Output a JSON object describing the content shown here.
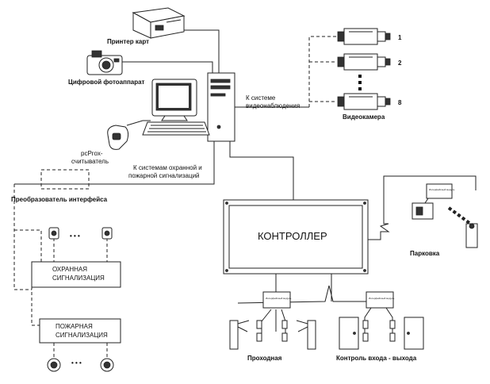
{
  "labels": {
    "printer": "Принтер карт",
    "camera_photo": "Цифровой фотоаппарат",
    "reader_line1": "pcProx-",
    "reader_line2": "считыватель",
    "video_link_line1": "К системе",
    "video_link_line2": "видеонаблюдения",
    "cam_num_1": "1",
    "cam_num_2": "2",
    "cam_num_8": "8",
    "videocamera": "Видеокамера",
    "alarm_link_line1": "К системам охранной и",
    "alarm_link_line2": "пожарной сигнализаций",
    "interface_converter": "Преобразователь интерфейса",
    "security_line1": "ОХРАННАЯ",
    "security_line2": "СИГНАЛИЗАЦИЯ",
    "fire_line1": "ПОЖАРНАЯ",
    "fire_line2": "СИГНАЛИЗАЦИЯ",
    "controller": "КОНТРОЛЛЕР",
    "parking": "Парковка",
    "checkpoint": "Проходная",
    "access_control": "Контроль входа - выхода",
    "module_text": "Интерфейсный модуль",
    "ellipsis": "• • •"
  },
  "icons": {
    "printer": "card-printer-icon",
    "camera": "digital-camera-icon",
    "computer": "computer-workstation-icon",
    "reader": "card-reader-icon",
    "videocam": "video-camera-icon",
    "detector": "detector-icon",
    "turnstile": "turnstile-icon",
    "door": "door-icon",
    "barrier": "barrier-icon"
  },
  "colors": {
    "line": "#222222",
    "background": "#ffffff"
  }
}
